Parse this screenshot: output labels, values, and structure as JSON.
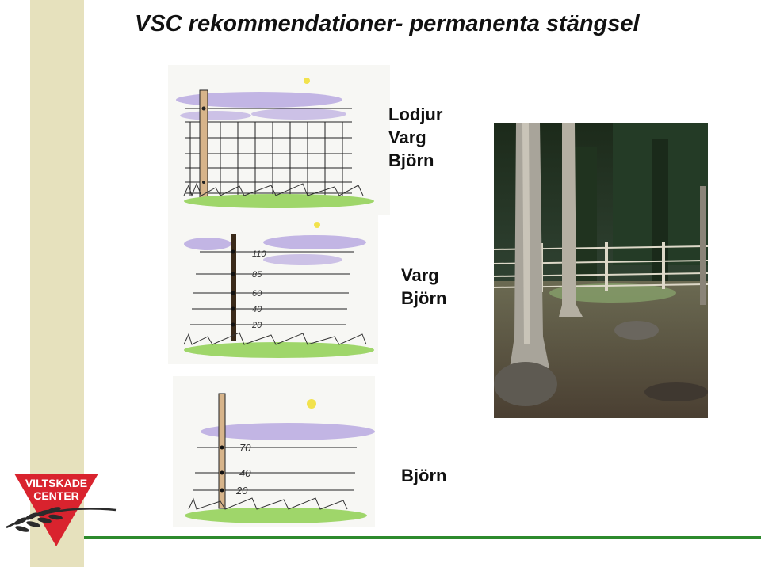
{
  "title": "VSC rekommendationer- permanenta stängsel",
  "fences": [
    {
      "species": [
        "Lodjur",
        "Varg",
        "Björn"
      ]
    },
    {
      "heights": [
        "110",
        "85",
        "60",
        "40",
        "20"
      ],
      "species": [
        "Varg",
        "Björn"
      ]
    },
    {
      "heights": [
        "70",
        "40",
        "20"
      ],
      "species": [
        "Björn"
      ]
    }
  ],
  "logo": {
    "line1": "VILTSKADE",
    "line2": "CENTER"
  },
  "colors": {
    "sidebar": "#e6e1bd",
    "accent_green": "#2d8a2d",
    "logo_red": "#d9232e",
    "grass": "#9fd66a",
    "cloud": "#b9a9e0"
  }
}
